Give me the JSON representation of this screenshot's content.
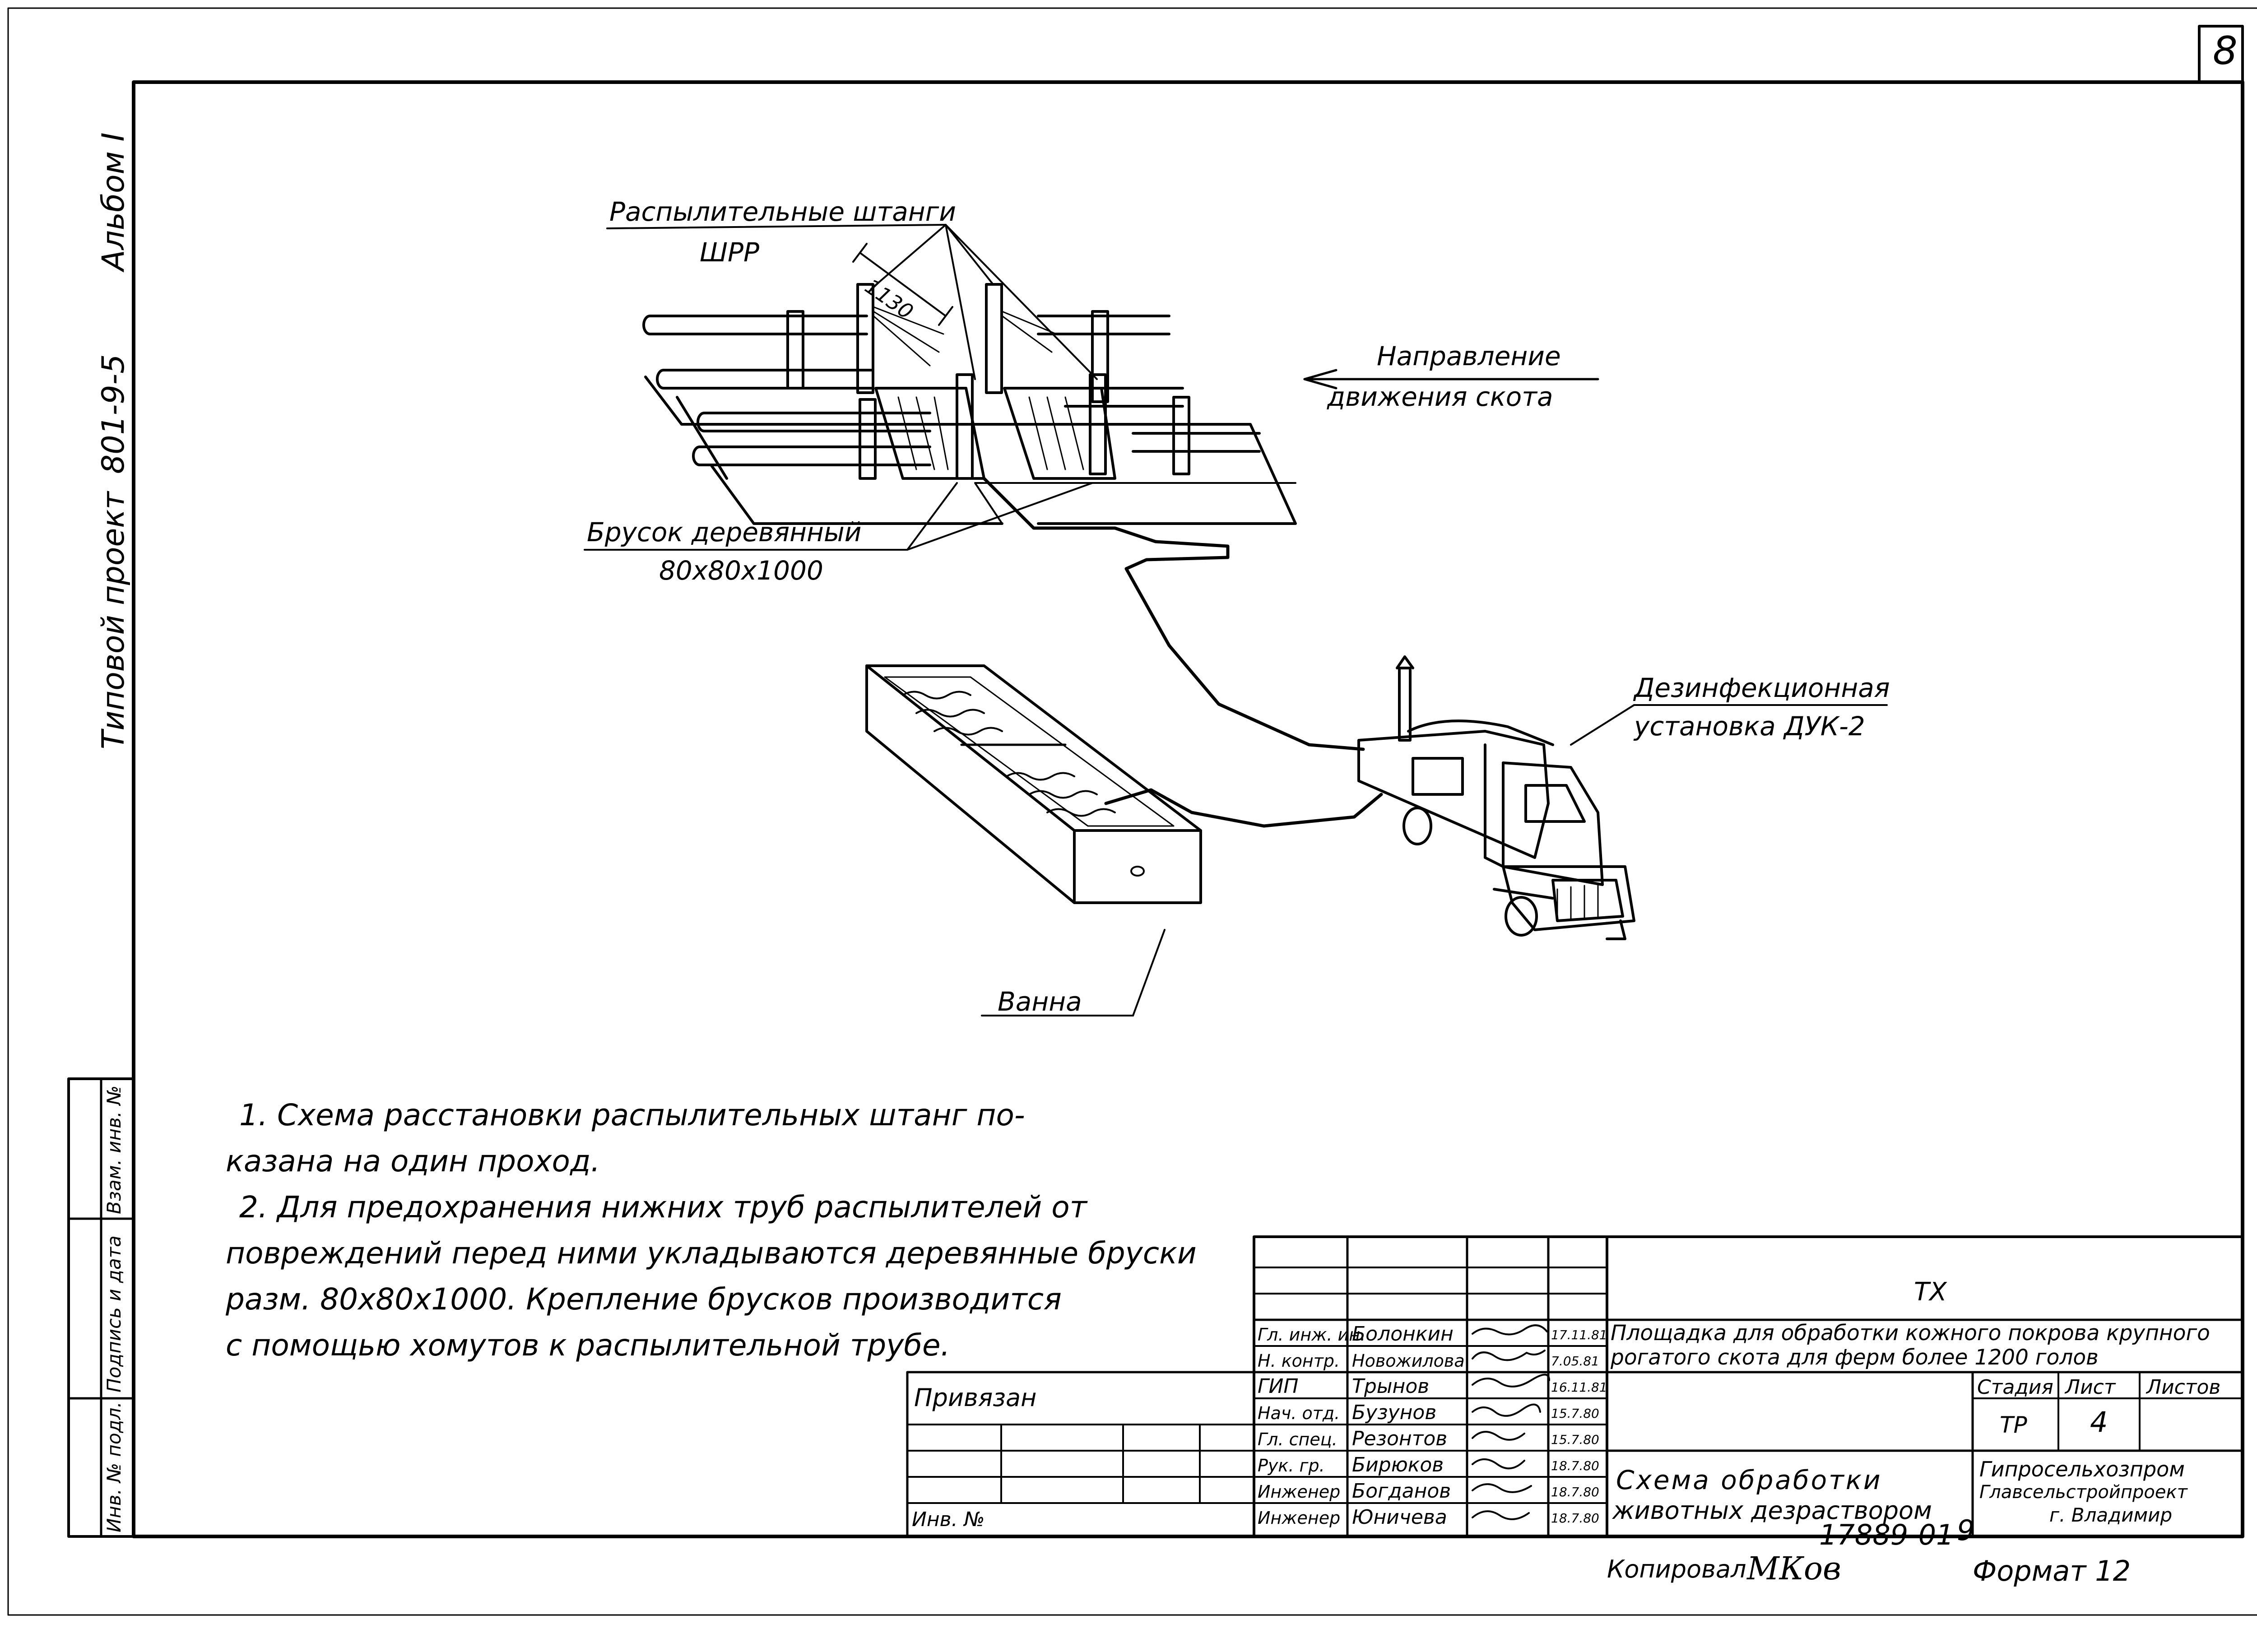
{
  "sheet": {
    "sheet_number": "8",
    "side_labels": {
      "project": "Типовой проект",
      "code": "801-9-5",
      "album": "Альбом I"
    },
    "left_stamp": [
      "Инв. № подл.",
      "Подпись и дата",
      "Взам. инв. №"
    ]
  },
  "labels": {
    "spray_bars": "Распылительные штанги",
    "spray_bars_code": "ШРР",
    "dim_1130": "1130",
    "direction_1": "Направление",
    "direction_2": "движения скота",
    "bar_1": "Брусок деревянный",
    "bar_2": "80x80x1000",
    "unit_1": "Дезинфекционная",
    "unit_2": "установка ДУК-2",
    "bath": "Ванна"
  },
  "notes": {
    "line1": "1. Схема расстановки распылительных штанг по-",
    "line2": "казана на один проход.",
    "line3": "2. Для предохранения нижних труб распылителей от",
    "line4": "повреждений перед ними укладываются деревянные бруски",
    "line5": "разм. 80x80x1000. Крепление брусков производится",
    "line6": "с помощью хомутов к распылительной трубе."
  },
  "title_block": {
    "privyazan": "Привязан",
    "inv_no": "Инв. №",
    "roles": [
      "Гл. инж. ин.",
      "Н. контр.",
      "ГИП",
      "Нач. отд.",
      "Гл. спец.",
      "Рук. гр.",
      "Инженер",
      "Инженер"
    ],
    "names": [
      "Болонкин",
      "Новожилова",
      "Трынов",
      "Бузунов",
      "Резонтов",
      "Бирюков",
      "Богданов",
      "Юничева"
    ],
    "dates": [
      "17.11.81",
      "7.05.81",
      "16.11.81",
      "15.7.80",
      "15.7.80",
      "18.7.80",
      "18.7.80",
      "18.7.80"
    ],
    "mark": "ТХ",
    "project_title_1": "Площадка для обработки кожного покрова крупного",
    "project_title_2": "рогатого скота для ферм более 1200 голов",
    "stage_h": "Стадия",
    "sheet_h": "Лист",
    "sheets_h": "Листов",
    "stage": "ТР",
    "sheet": "4",
    "sheets": "",
    "drawing_title_1": "Схема обработки",
    "drawing_title_2": "животных дезраствором",
    "org_1": "Гипросельхозпром",
    "org_2": "Главсельстройпроект",
    "org_3": "г. Владимир"
  },
  "footer": {
    "copied": "Копировал",
    "copied_sign": "МКов",
    "number": "17889-01",
    "number_suffix": "9",
    "format": "Формат 12"
  }
}
